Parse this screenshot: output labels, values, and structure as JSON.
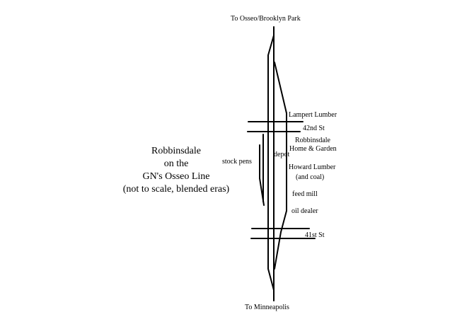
{
  "title_lines": [
    "Robbinsdale",
    "on the",
    "GN's Osseo Line",
    "(not to scale, blended eras)"
  ],
  "labels": {
    "north": "To Osseo/Brooklyn Park",
    "south": "To Minneapolis",
    "lampert": "Lampert Lumber",
    "st42": "42nd St",
    "robbinsdale_hg_1": "Robbinsdale",
    "robbinsdale_hg_2": "Home & Garden",
    "depot": "depot",
    "stock_pens": "stock pens",
    "howard_1": "Howard Lumber",
    "howard_2": "(and coal)",
    "feed_mill": "feed mill",
    "oil_dealer": "oil dealer",
    "st41": "41st St"
  },
  "colors": {
    "line": "#000000",
    "background": "#ffffff"
  }
}
